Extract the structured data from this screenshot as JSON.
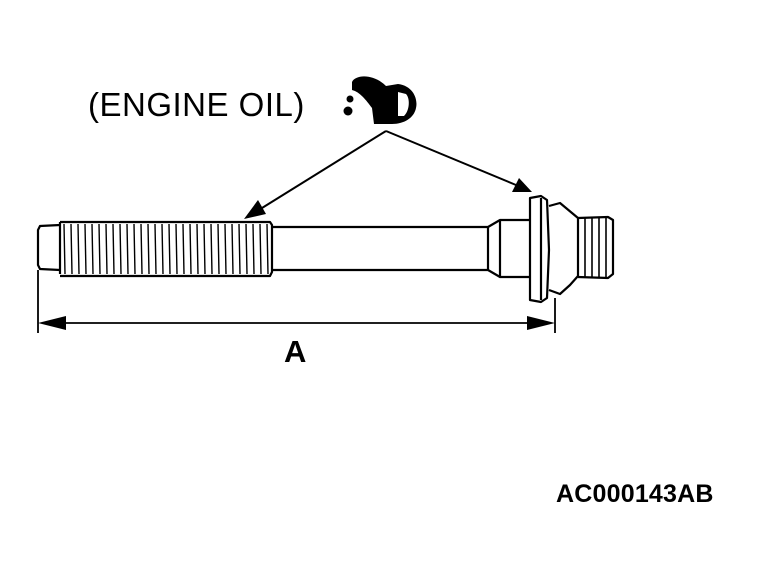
{
  "figure": {
    "note_label": "(ENGINE OIL)",
    "dimension_label": "A",
    "figure_code": "AC000143AB",
    "icons": [
      "oil-can-icon"
    ]
  }
}
